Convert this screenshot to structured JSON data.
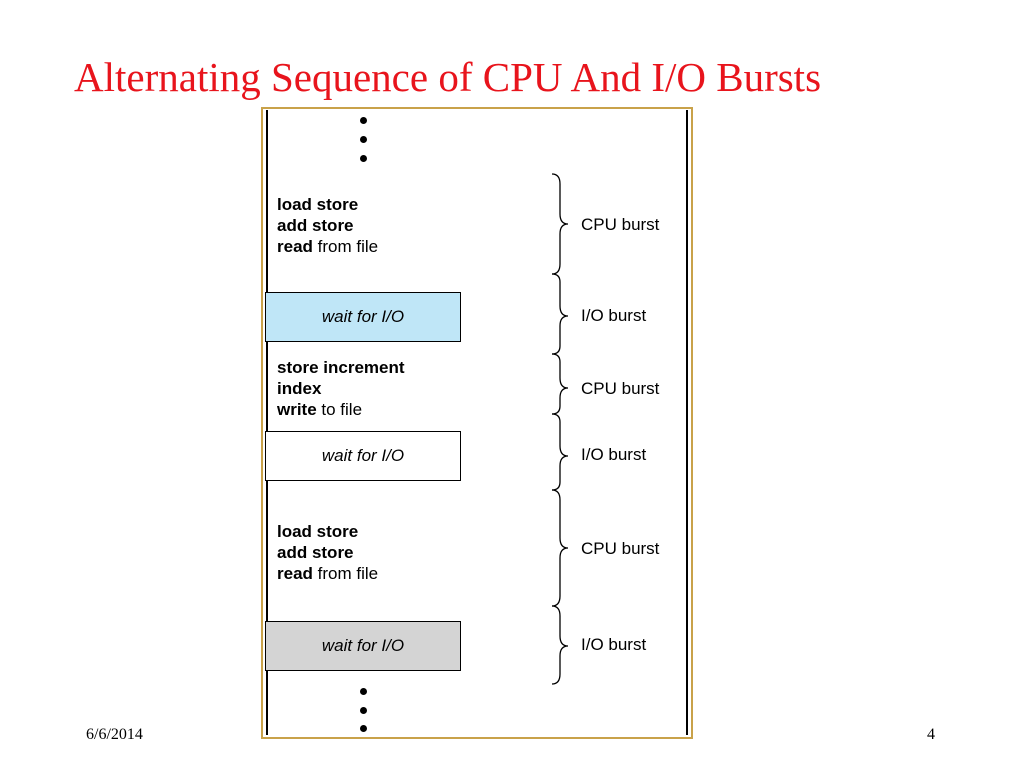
{
  "slide": {
    "title": "Alternating Sequence of CPU And I/O Bursts",
    "footer_date": "6/6/2014",
    "page_number": "4"
  },
  "sequence": [
    {
      "type": "cpu",
      "lines": [
        {
          "bold": "load store",
          "rest": ""
        },
        {
          "bold": "add store",
          "rest": ""
        },
        {
          "bold": "read",
          "rest": " from file"
        }
      ],
      "burst_label": "CPU burst"
    },
    {
      "type": "io",
      "box_text": "wait for I/O",
      "fill": "#bfe6f7",
      "burst_label": "I/O burst"
    },
    {
      "type": "cpu",
      "lines": [
        {
          "bold": "store increment",
          "rest": ""
        },
        {
          "bold": "index",
          "rest": ""
        },
        {
          "bold": "write",
          "rest": " to file"
        }
      ],
      "burst_label": "CPU burst"
    },
    {
      "type": "io",
      "box_text": "wait for I/O",
      "fill": "#ffffff",
      "burst_label": "I/O burst"
    },
    {
      "type": "cpu",
      "lines": [
        {
          "bold": "load store",
          "rest": ""
        },
        {
          "bold": "add store",
          "rest": ""
        },
        {
          "bold": "read",
          "rest": " from file"
        }
      ],
      "burst_label": "CPU burst"
    },
    {
      "type": "io",
      "box_text": "wait for I/O",
      "fill": "#d4d4d4",
      "burst_label": "I/O burst"
    }
  ],
  "colors": {
    "title": "#e8141c",
    "frame_border": "#c9a24a"
  }
}
